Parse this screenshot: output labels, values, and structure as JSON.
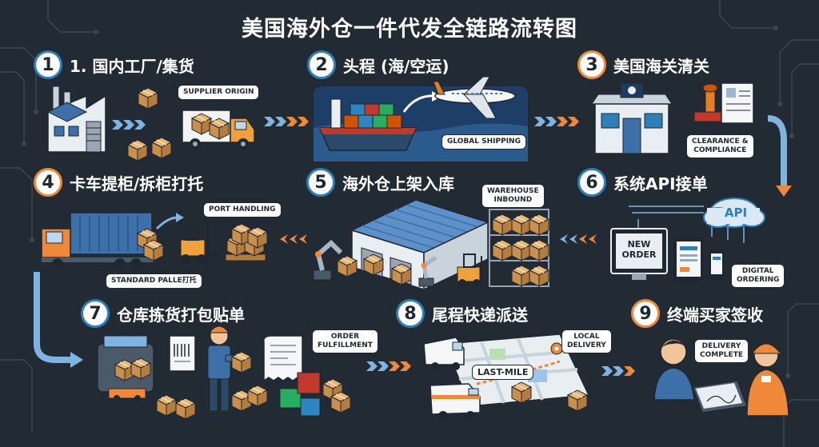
{
  "title": "美国海外仓一件代发全链路流转图",
  "steps": [
    {
      "num": "1",
      "title": "1. 国内工厂/集货"
    },
    {
      "num": "2",
      "title": "头程 (海/空运)"
    },
    {
      "num": "3",
      "title": "美国海关清关"
    },
    {
      "num": "4",
      "title": "卡车提柜/拆柜打托"
    },
    {
      "num": "5",
      "title": "海外仓上架入库"
    },
    {
      "num": "6",
      "title": "系统API接单"
    },
    {
      "num": "7",
      "title": "仓库拣货打包贴单"
    },
    {
      "num": "8",
      "title": "尾程快递派送"
    },
    {
      "num": "9",
      "title": "终端买家签收"
    }
  ],
  "labels": {
    "supplier_origin": "SUPPLIER ORIGIN",
    "global_shipping": "GLOBAL SHIPPING",
    "clearance_line1": "CLEARANCE &",
    "clearance_line2": "COMPLIANCE",
    "port_handling": "PORT HANDLING",
    "standard_pallet": "STANDARD PALLE打托",
    "warehouse_line1": "WAREHOUSE",
    "warehouse_line2": "INBOUND",
    "api": "API",
    "new_order_line1": "NEW",
    "new_order_line2": "ORDER",
    "digital_line1": "DIGITAL",
    "digital_line2": "ORDERING",
    "order_line1": "ORDER",
    "order_line2": "FULFILLMENT",
    "local_line1": "LOCAL",
    "local_line2": "DELIVERY",
    "last_mile": "LAST-MILE",
    "delivery_line1": "DELIVERY",
    "delivery_line2": "COMPLETE"
  },
  "colors": {
    "background": "#222b33",
    "blue_accent": "#2c7fb8",
    "orange_accent": "#f0883a",
    "box": "#d8a25e",
    "flow_arrow": "#7fb3e0"
  },
  "icons": [
    "factory-icon",
    "truck-icon",
    "cargo-ship-icon",
    "airplane-icon",
    "customs-building-icon",
    "stamp-icon",
    "document-icon",
    "container-truck-icon",
    "forklift-icon",
    "pallet-icon",
    "warehouse-icon",
    "robot-arm-icon",
    "shelving-icon",
    "cloud-api-icon",
    "monitor-icon",
    "tablet-icon",
    "phone-icon",
    "scanner-icon",
    "worker-icon",
    "receipt-icon",
    "van-icon",
    "map-icon",
    "customer-icon",
    "courier-icon"
  ]
}
